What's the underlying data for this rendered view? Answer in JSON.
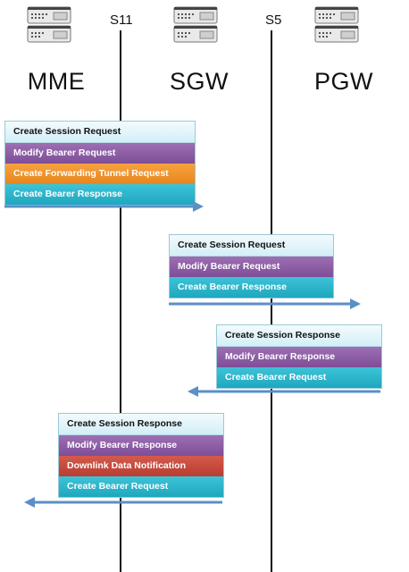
{
  "nodes": [
    {
      "label": "MME"
    },
    {
      "label": "SGW"
    },
    {
      "label": "PGW"
    }
  ],
  "interfaces": [
    {
      "label": "S11"
    },
    {
      "label": "S5"
    }
  ],
  "colors": {
    "lightblue": "#d3eef7",
    "purple": "#7e4e97",
    "orange": "#e8861c",
    "red": "#b93d30",
    "cyan": "#1ea7be",
    "arrow": "#5b8fc7"
  },
  "message_groups": [
    {
      "direction": "right",
      "messages": [
        {
          "label": "Create Session Request",
          "color": "lightblue"
        },
        {
          "label": "Modify Bearer Request",
          "color": "purple"
        },
        {
          "label": "Create Forwarding Tunnel Request",
          "color": "orange"
        },
        {
          "label": "Create Bearer Response",
          "color": "cyan"
        }
      ]
    },
    {
      "direction": "right",
      "messages": [
        {
          "label": "Create Session Request",
          "color": "lightblue"
        },
        {
          "label": "Modify Bearer Request",
          "color": "purple"
        },
        {
          "label": "Create Bearer Response",
          "color": "cyan"
        }
      ]
    },
    {
      "direction": "left",
      "messages": [
        {
          "label": "Create Session Response",
          "color": "lightblue"
        },
        {
          "label": "Modify Bearer Response",
          "color": "purple"
        },
        {
          "label": "Create Bearer Request",
          "color": "cyan"
        }
      ]
    },
    {
      "direction": "left",
      "messages": [
        {
          "label": "Create Session Response",
          "color": "lightblue"
        },
        {
          "label": "Modify Bearer Response",
          "color": "purple"
        },
        {
          "label": "Downlink Data Notification",
          "color": "red"
        },
        {
          "label": "Create Bearer Request",
          "color": "cyan"
        }
      ]
    }
  ]
}
